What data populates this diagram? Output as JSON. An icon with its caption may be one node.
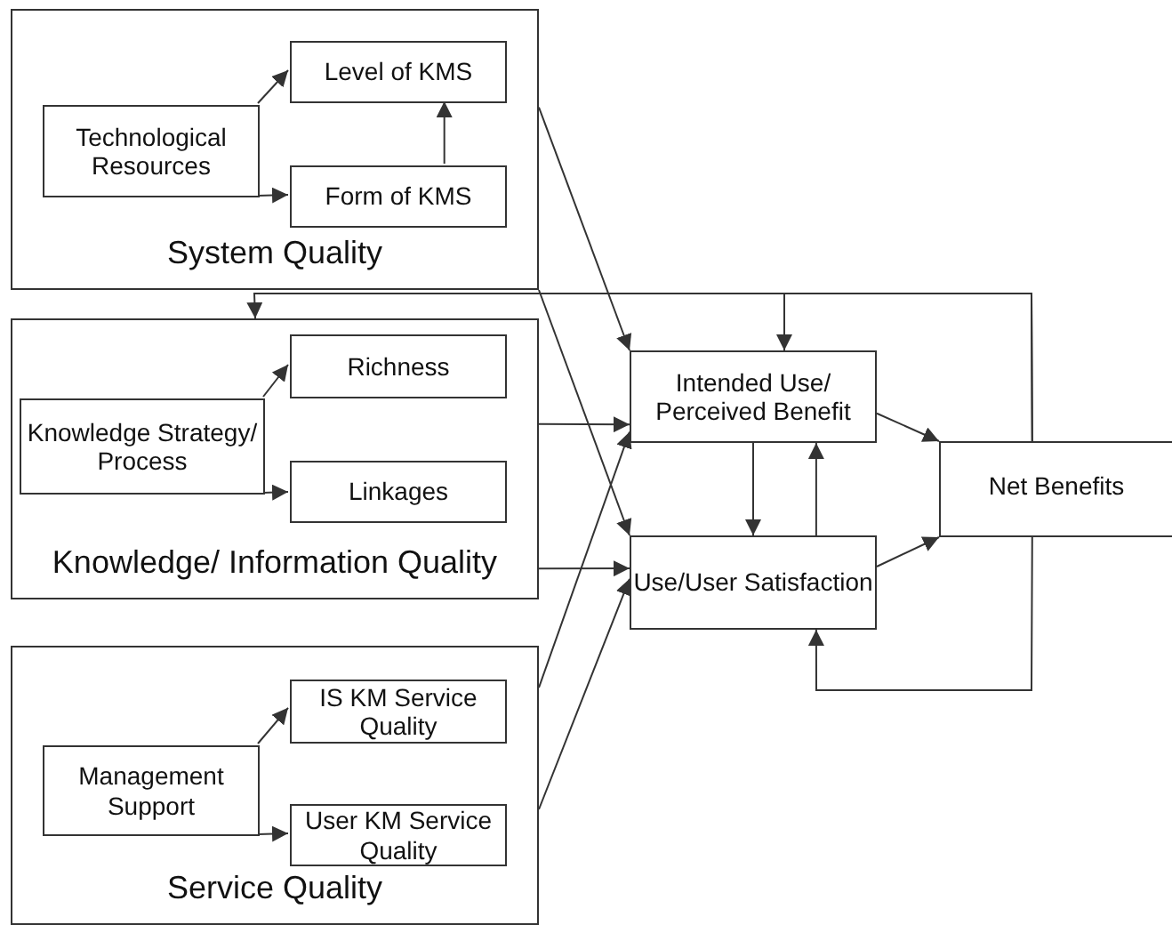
{
  "diagram": {
    "nodes": [
      {
        "text": [
          "System Quality"
        ]
      },
      {
        "text": [
          "Technological Resources"
        ],
        "in": 0
      },
      {
        "text": [
          "Level of KMS"
        ],
        "in": 0
      },
      {
        "text": [
          "Form of KMS"
        ],
        "in": 0
      },
      {
        "text": [
          "Knowledge/ Information Quality"
        ]
      },
      {
        "text": [
          "Knowledge Strategy/ Process"
        ],
        "in": 4
      },
      {
        "text": [
          "Richness"
        ],
        "in": 4
      },
      {
        "text": [
          "Linkages"
        ],
        "in": 4
      },
      {
        "text": [
          "Service Quality"
        ]
      },
      {
        "text": [
          "Management Support"
        ],
        "in": 8
      },
      {
        "text": [
          "IS KM Service Quality"
        ],
        "in": 8
      },
      {
        "text": [
          "User KM Service Quality"
        ],
        "in": 8
      },
      {
        "text": [
          "Intended Use/ Perceived Benefit"
        ]
      },
      {
        "text": [
          "Use/User Satisfaction"
        ]
      },
      {
        "text": [
          "Net Benefits"
        ]
      }
    ],
    "edges": [
      {
        "from": 1,
        "to": 2,
        "arrow": "to"
      },
      {
        "from": 1,
        "to": 3,
        "arrow": "to"
      },
      {
        "from": 3,
        "to": 2,
        "arrow": "to"
      },
      {
        "from": 5,
        "to": 6,
        "arrow": "to"
      },
      {
        "from": 5,
        "to": 7,
        "arrow": "to"
      },
      {
        "from": 9,
        "to": 10,
        "arrow": "to"
      },
      {
        "from": 9,
        "to": 11,
        "arrow": "to"
      },
      {
        "from": 0,
        "to": 12,
        "arrow": "to"
      },
      {
        "from": 0,
        "to": 13,
        "arrow": "to"
      },
      {
        "from": 4,
        "to": 12,
        "arrow": "to"
      },
      {
        "from": 4,
        "to": 13,
        "arrow": "to"
      },
      {
        "from": 8,
        "to": 12,
        "arrow": "to"
      },
      {
        "from": 8,
        "to": 13,
        "arrow": "to"
      },
      {
        "from": 12,
        "to": 14,
        "arrow": "to"
      },
      {
        "from": 13,
        "to": 14,
        "arrow": "to"
      },
      {
        "from": 12,
        "to": 13,
        "arrow": "to"
      },
      {
        "from": 13,
        "to": 12,
        "arrow": "to"
      },
      {
        "from": 14,
        "to": 12,
        "arrow": "to"
      },
      {
        "from": 14,
        "to": 4,
        "arrow": "to"
      },
      {
        "from": 14,
        "to": 13,
        "arrow": "to"
      }
    ]
  }
}
